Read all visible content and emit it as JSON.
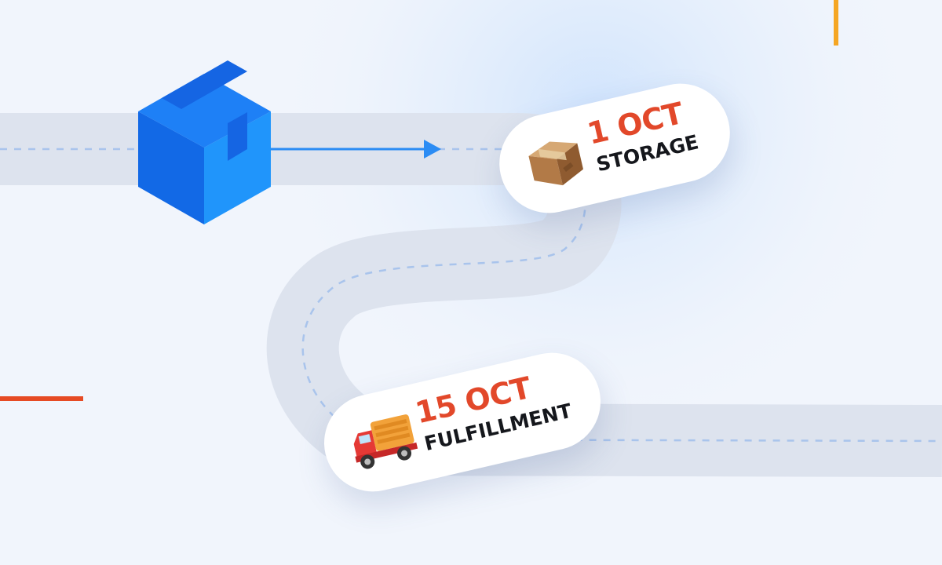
{
  "milestones": [
    {
      "date": "1 OCT",
      "label": "STORAGE",
      "icon": "cardboard-box-icon"
    },
    {
      "date": "15 OCT",
      "label": "FULFILLMENT",
      "icon": "delivery-truck-icon"
    }
  ],
  "colors": {
    "background": "#f1f5fc",
    "road": "#dde3ee",
    "road_dashes": "#a9c4ec",
    "arrow": "#2b8cf4",
    "cube_left": "#1269e6",
    "cube_right": "#2095fb",
    "cube_top": "#1e80f6",
    "date_text": "#e2482a",
    "label_text": "#15171c",
    "accent_orange": "#f5a623",
    "accent_red": "#e64a24"
  }
}
